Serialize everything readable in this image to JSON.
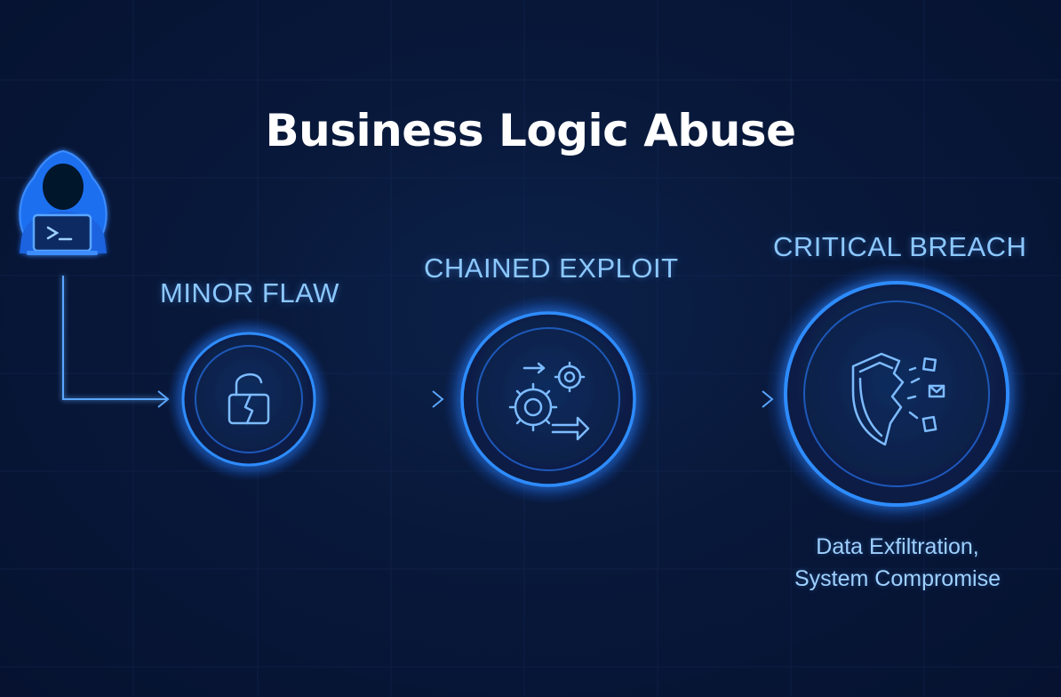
{
  "title": "Business Logic Abuse",
  "stages": [
    {
      "label": "MINOR FLAW",
      "icon": "broken-lock-icon"
    },
    {
      "label": "CHAINED EXPLOIT",
      "icon": "gears-arrow-icon"
    },
    {
      "label": "CRITICAL BREACH",
      "icon": "cracked-shield-icon"
    }
  ],
  "outcome": {
    "line1": "Data Exfiltration,",
    "line2": "System Compromise"
  },
  "actor_icon": "hooded-hacker-laptop-icon",
  "colors": {
    "background": "#071431",
    "accent": "#2f8cff",
    "label": "#8cc8ff",
    "title": "#ffffff"
  }
}
